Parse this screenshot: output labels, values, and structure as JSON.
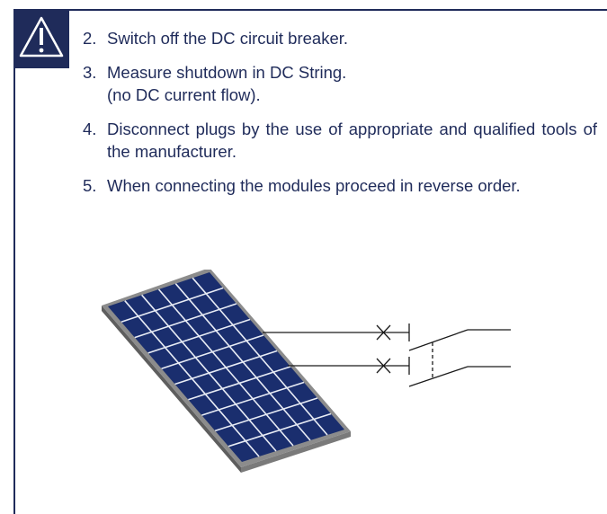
{
  "warning": {
    "icon": "warning-triangle-icon"
  },
  "steps": [
    {
      "number": "2.",
      "lines": [
        "Switch off the DC circuit breaker."
      ]
    },
    {
      "number": "3.",
      "lines": [
        "Measure shutdown in DC String.",
        "(no DC current flow)."
      ]
    },
    {
      "number": "4.",
      "lines": [
        "Disconnect plugs by the use of appropriate",
        "and qualified tools of the manufacturer."
      ]
    },
    {
      "number": "5.",
      "lines": [
        "When connecting the modules proceed in reverse",
        "order."
      ]
    }
  ],
  "illustration": {
    "panel_icon": "solar-panel-icon",
    "breaker_icon": "dc-circuit-breaker-icon",
    "colors": {
      "panel": "#1a2e6e",
      "frame": "#6b6b6b",
      "text": "#1f2b5a"
    }
  }
}
